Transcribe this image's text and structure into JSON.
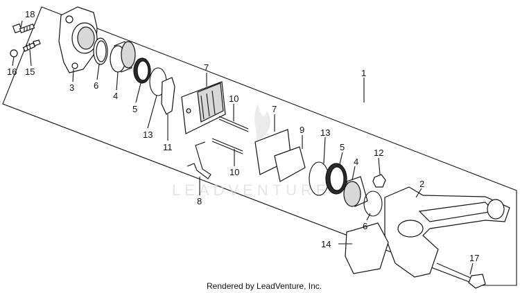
{
  "callouts": {
    "c1": "1",
    "c2": "2",
    "c3": "3",
    "c4a": "4",
    "c4b": "4",
    "c5a": "5",
    "c5b": "5",
    "c6a": "6",
    "c6b": "6",
    "c7a": "7",
    "c7b": "7",
    "c8": "8",
    "c9": "9",
    "c10a": "10",
    "c10b": "10",
    "c11": "11",
    "c12": "12",
    "c13a": "13",
    "c13b": "13",
    "c14": "14",
    "c15": "15",
    "c16": "16",
    "c17": "17",
    "c18": "18"
  },
  "watermark": "LEADVENTURE",
  "credit": "Rendered by LeadVenture, Inc."
}
